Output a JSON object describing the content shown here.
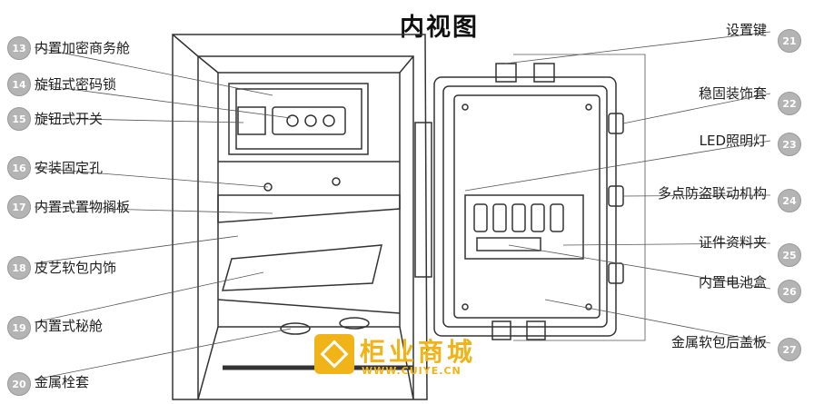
{
  "title": "内视图",
  "left_callouts": [
    {
      "num": "13",
      "label": "内置加密商务舱"
    },
    {
      "num": "14",
      "label": "旋钮式密码锁"
    },
    {
      "num": "15",
      "label": "旋钮式开关"
    },
    {
      "num": "16",
      "label": "安装固定孔"
    },
    {
      "num": "17",
      "label": "内置式置物搁板"
    },
    {
      "num": "18",
      "label": "皮艺软包内饰"
    },
    {
      "num": "19",
      "label": "内置式秘舱"
    },
    {
      "num": "20",
      "label": "金属栓套"
    }
  ],
  "right_callouts": [
    {
      "num": "21",
      "label": "设置键"
    },
    {
      "num": "22",
      "label": "稳固装饰套"
    },
    {
      "num": "23",
      "label": "LED照明灯"
    },
    {
      "num": "24",
      "label": "多点防盗联动机构"
    },
    {
      "num": "25",
      "label": "证件资料夹"
    },
    {
      "num": "26",
      "label": "内置电池盒"
    },
    {
      "num": "27",
      "label": "金属软包后盖板"
    }
  ],
  "watermark": {
    "name": "柜业商城",
    "url": "WWW.CUIYE.CN"
  },
  "colors": {
    "line": "#333333",
    "leader": "#555555",
    "badge": "#b4b4b4",
    "brand": "#f1b418"
  }
}
